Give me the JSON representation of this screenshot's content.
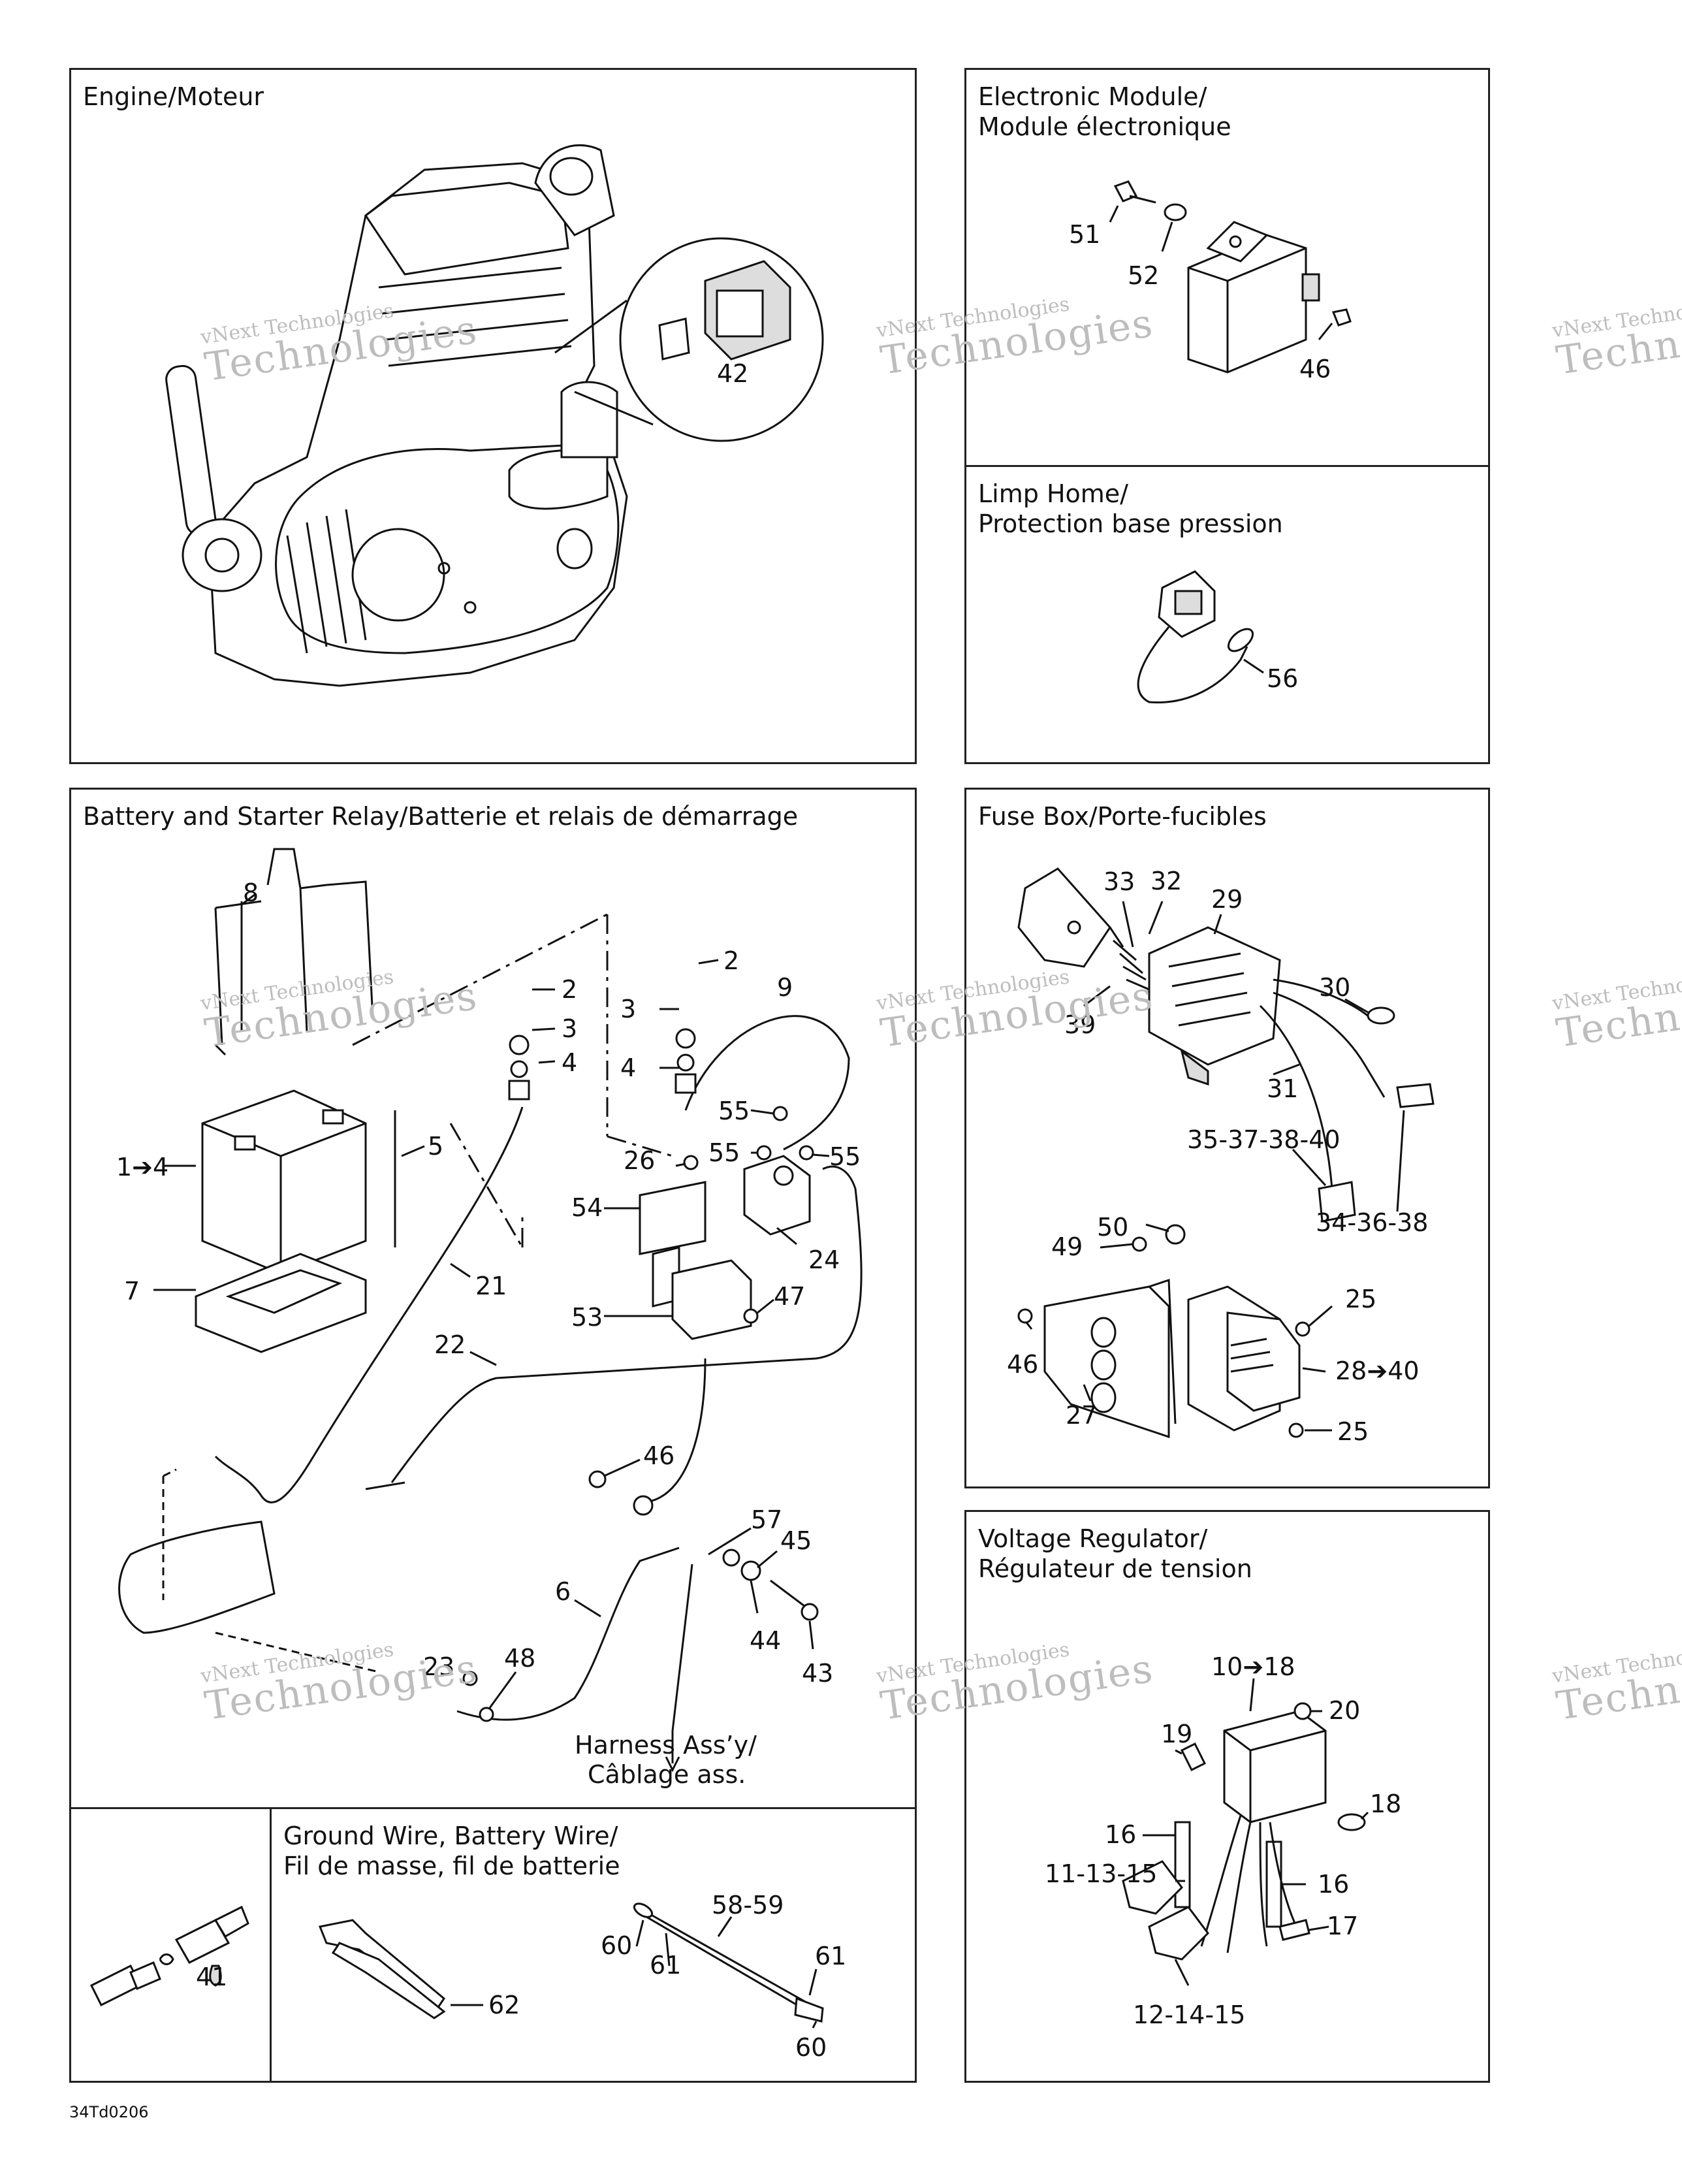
{
  "panels": {
    "engine": {
      "title": "Engine/Moteur"
    },
    "electronic_module": {
      "title": "Electronic Module/\nModule électronique"
    },
    "limp_home": {
      "title": "Limp Home/\nProtection base pression"
    },
    "battery": {
      "title": "Battery and Starter Relay/Batterie et relais de démarrage"
    },
    "fuse_box": {
      "title": "Fuse Box/Porte-fucibles"
    },
    "ground_wire": {
      "title": "Ground Wire, Battery Wire/\nFil de masse, fil de batterie"
    },
    "voltage_regulator": {
      "title": "Voltage Regulator/\nRégulateur de tension"
    }
  },
  "callouts": {
    "engine": [
      "42"
    ],
    "electronic_module": [
      "51",
      "52",
      "46"
    ],
    "limp_home": [
      "56"
    ],
    "battery": [
      "8",
      "2",
      "3",
      "4",
      "5",
      "1➔4",
      "7",
      "21",
      "2",
      "9",
      "3",
      "4",
      "55",
      "55",
      "55",
      "26",
      "54",
      "24",
      "53",
      "47",
      "22",
      "46",
      "57",
      "45",
      "6",
      "44",
      "43",
      "23",
      "48"
    ],
    "harness_note": [
      "Harness Ass’y/",
      "Câblage ass."
    ],
    "fuse_box": [
      "33",
      "32",
      "29",
      "39",
      "30",
      "31",
      "35-37-38-40",
      "34-36-38",
      "50",
      "49",
      "25",
      "46",
      "28➔40",
      "27",
      "25"
    ],
    "connector": [
      "41"
    ],
    "ground_wire": [
      "58-59",
      "60",
      "61",
      "61",
      "60",
      "62"
    ],
    "voltage_regulator": [
      "10➔18",
      "20",
      "19",
      "18",
      "16",
      "11-13-15",
      "16",
      "17",
      "12-14-15"
    ]
  },
  "watermark": {
    "line1": "vNext Technologies",
    "line2": "Technologies"
  },
  "figure_code": "34Td0206"
}
